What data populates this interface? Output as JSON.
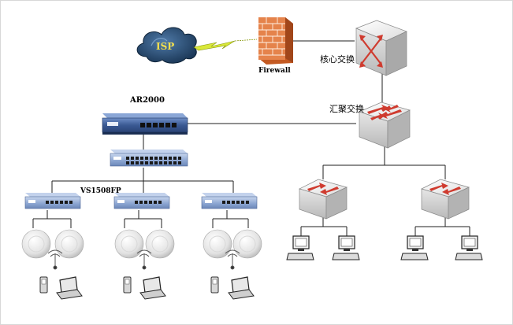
{
  "diagram": {
    "isp_label": "ISP",
    "firewall_label": "Firewall",
    "core_switch_label": "核心交换",
    "aggregation_switch_label": "汇聚交换",
    "router_label": "AR2000",
    "poe_switch_label": "VS1508FP"
  },
  "colors": {
    "link": "#1f1f1f",
    "cloud": "#1d3f66",
    "firewall_brick": "#e07a40",
    "switch_top": "#f1f1f1",
    "switch_arrow": "#cf3b2f",
    "device_blue": "#3f5f99"
  },
  "icons": [
    "cloud-icon",
    "lightning-icon",
    "firewall-icon",
    "core-switch-icon",
    "aggregation-switch-icon",
    "router-icon",
    "poe-switch-icon",
    "access-point-icon",
    "phone-icon",
    "laptop-icon",
    "desktop-pc-icon"
  ]
}
